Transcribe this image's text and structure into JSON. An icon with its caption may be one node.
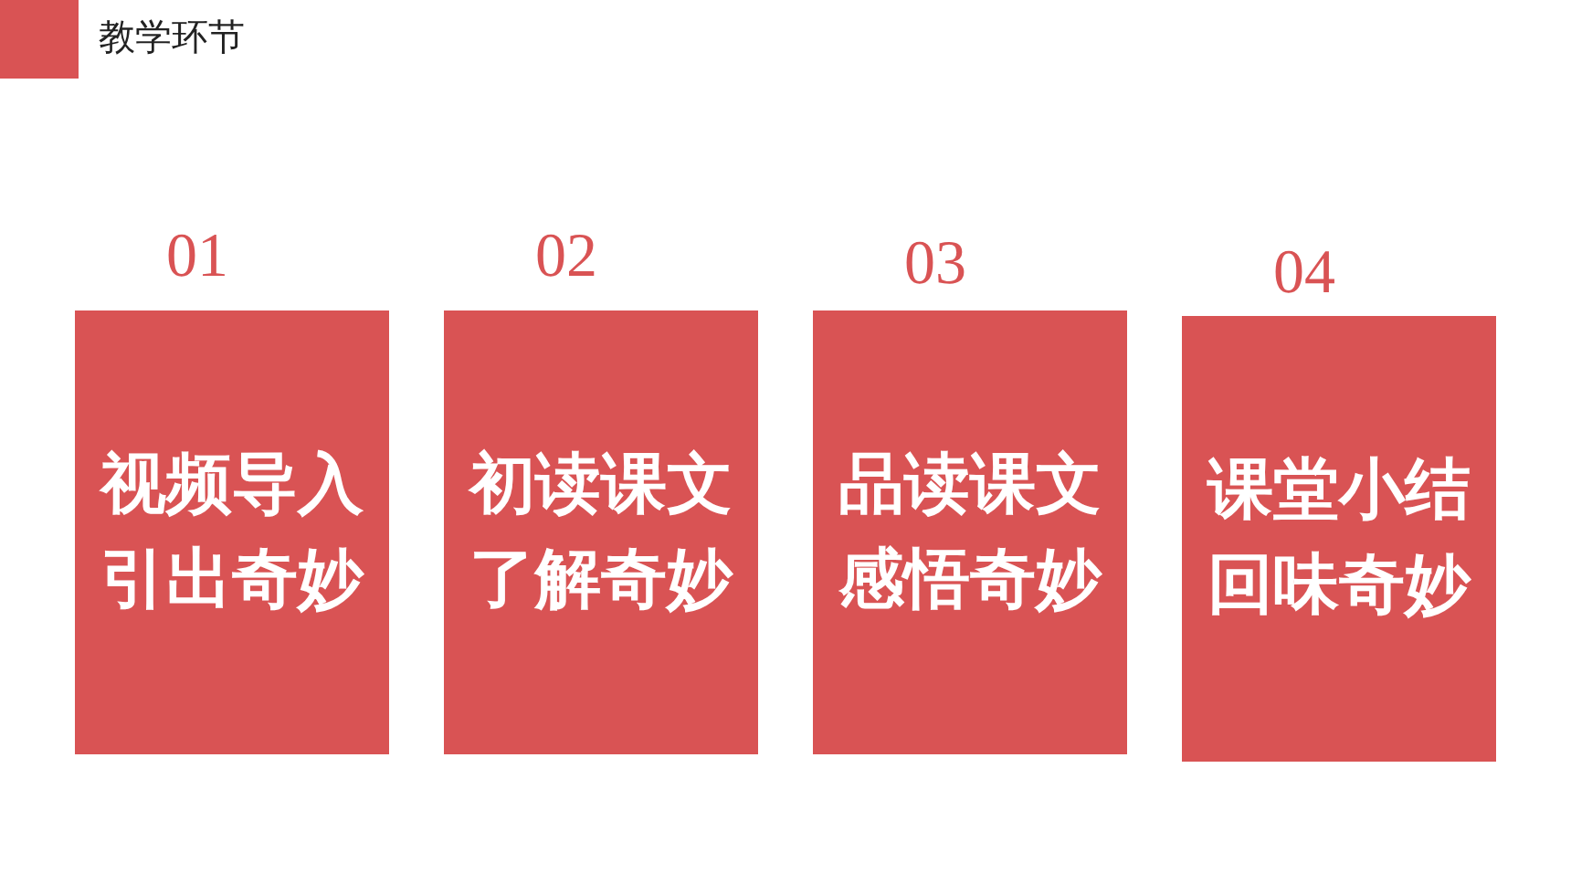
{
  "diagram": {
    "title": "教学环节",
    "nodes": [
      {
        "text": [
          "视频导入引出奇妙"
        ],
        "beside": [
          "01"
        ]
      },
      {
        "text": [
          "初读课文了解奇妙"
        ],
        "beside": [
          "02"
        ]
      },
      {
        "text": [
          "品读课文感悟奇妙"
        ],
        "beside": [
          "03"
        ]
      },
      {
        "text": [
          "课堂小结回味奇妙"
        ],
        "beside": [
          "04"
        ]
      }
    ]
  }
}
